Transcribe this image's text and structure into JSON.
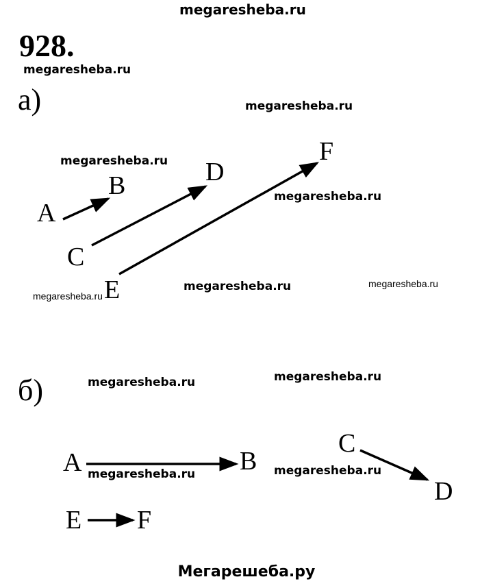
{
  "header": {
    "watermark": "megaresheba.ru"
  },
  "problem": {
    "number": "928."
  },
  "parts": [
    {
      "label": "а)",
      "vectors": [
        {
          "from": "A",
          "to": "B"
        },
        {
          "from": "C",
          "to": "D"
        },
        {
          "from": "E",
          "to": "F"
        }
      ]
    },
    {
      "label": "б)",
      "vectors": [
        {
          "from": "A",
          "to": "B"
        },
        {
          "from": "C",
          "to": "D"
        },
        {
          "from": "E",
          "to": "F"
        }
      ]
    }
  ],
  "watermarks": {
    "text": "megaresheba.ru",
    "footer": "Мегарешеба.ру"
  },
  "colors": {
    "ink": "#000000",
    "background": "#ffffff"
  }
}
